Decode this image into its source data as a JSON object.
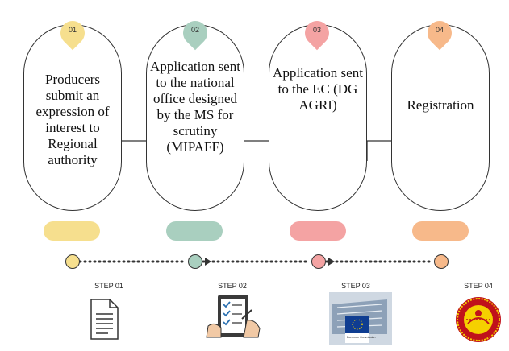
{
  "steps": [
    {
      "num": "01",
      "text": "Producers submit an expression of interest to Regional authority",
      "label": "STEP 01",
      "color": "#f6df8e"
    },
    {
      "num": "02",
      "text": "Application sent to the national office designed by the MS for scrutiny (MIPAFF)",
      "label": "STEP 02",
      "color": "#a9cfbf"
    },
    {
      "num": "03",
      "text": "Application sent to the EC (DG AGRI)",
      "label": "STEP 03",
      "color": "#f4a3a3"
    },
    {
      "num": "04",
      "text": "Registration",
      "label": "STEP 04",
      "color": "#f7b98a"
    }
  ],
  "icons": [
    "document-icon",
    "checklist-icon",
    "european-commission-building-icon",
    "pdo-seal-icon"
  ],
  "eu_caption": "European Commission"
}
